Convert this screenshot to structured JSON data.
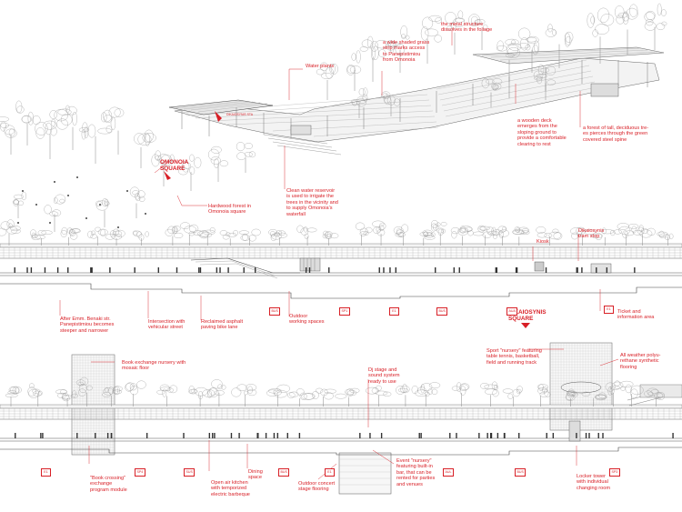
{
  "annotations": {
    "metal_structure": "the metal structure\ndissolves in the foliage",
    "grass_strip": "a wide shaded grass\nstrip marks access\nto Panepistimiou\nfrom Omonoia",
    "water_plants": "Water plants",
    "wooden_deck": "a wooden deck\nemerges from the\nsloping ground to\nprovide a comfortable\nclearing to rest",
    "forest_trees": "a forest of tall, deciduous tre-\nes pierces through the green\ncovered steel spine",
    "omonoia_square": "OMONOIA\nSQUARE",
    "hardwood_forest": "Hardwood forest in\nOmonoia square",
    "water_reservoir": "Clean water reservoir\nis used to irrigate the\ntrees in the vicinity and\nto supply Omonoia's\nwaterfall",
    "kiosk": "Kiosk",
    "dikaiosynis_tram": "Dikaiosynis\ntram stop",
    "dikaiosynis_square": "DIKAIOSYNIS\nSQUARE",
    "ticket_info": "Ticket and\ninformation area",
    "after_benaki": "After  Emm. Benaki str.\nPanepistimiou becomes\nsteeper and narrower",
    "intersection": "Intersection with\nvehicular street",
    "reclaimed_asphalt": "Reclaimed asphalt\npaving bike lane",
    "outdoor_working": "Outdoor\nworking spaces",
    "book_nursery": "Book exchange nursery with\nmosaic floor",
    "dj_stage": "Dj stage and\nsound system\nready to use",
    "sport_nursery": "Sport \"nursery\" featuring\ntable tennis, basketball,\nfield and running track",
    "all_weather": "All weather polyu-\nrethane synthetic\nflooring",
    "book_crossing": "\"Book crossing\"\nexchange\nprogram module",
    "open_air_kitchen": "Open air kitchen\nwith temporized\nelectric barbeque",
    "dining_space": "Dining\nspace",
    "outdoor_concert": "Outdoor concert\nstage flooring",
    "event_nursery": "Event \"nursery\"\nfeaturing built-in\nbar, that can be\nrented for parties\nand venues",
    "locker_tower": "Locker tower\nwith individual\nchanging room",
    "tram_sign": "DIKAIOSYNIS STA"
  },
  "tags_row1": [
    "BUS",
    "SP1",
    "E1",
    "BUS",
    "AUA",
    "E1"
  ],
  "tags_row2": [
    "E1",
    "SP4",
    "SUS",
    "BUS",
    "E1",
    "AUL",
    "BUS",
    "SP3"
  ],
  "colors": {
    "accent": "#d81f26",
    "line": "#555555",
    "tree": "#8a8a8a"
  }
}
